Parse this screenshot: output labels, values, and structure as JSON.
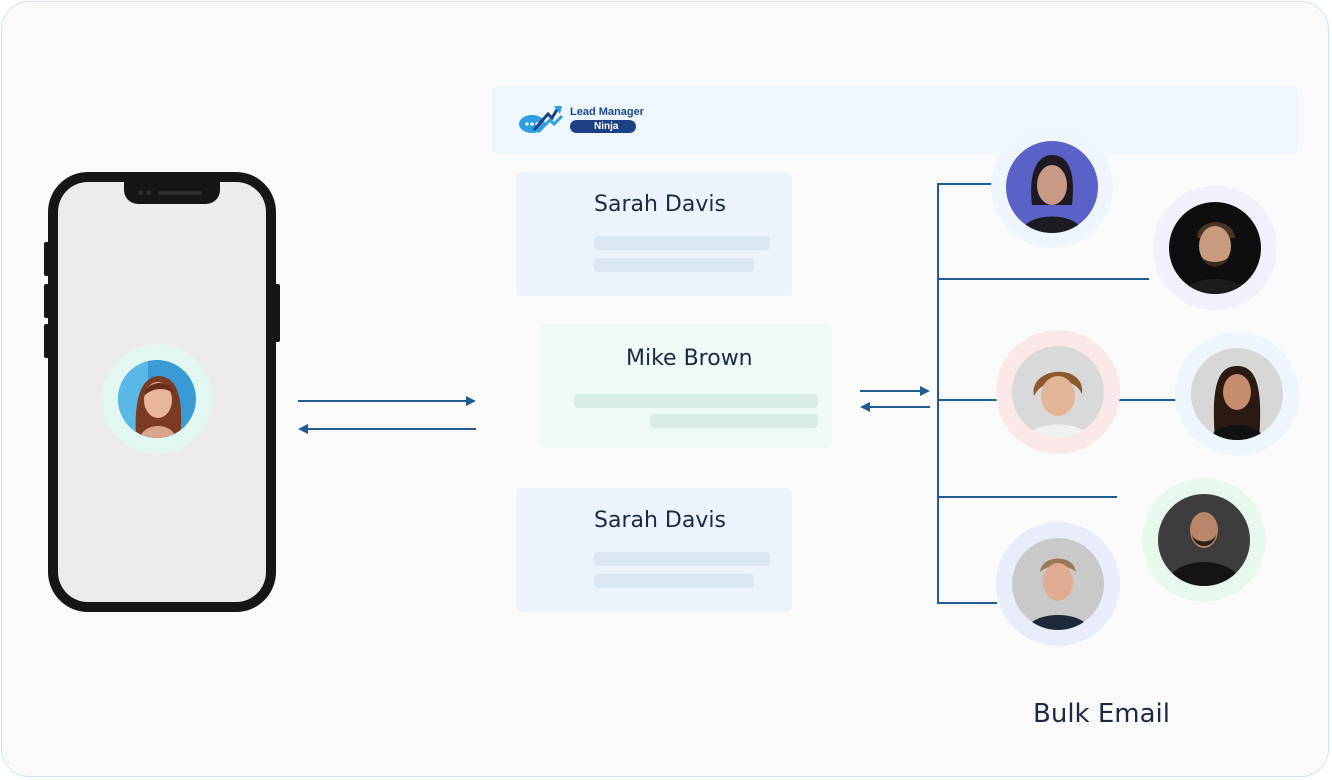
{
  "brand": {
    "name_line1": "Lead Manager",
    "name_line2": "Ninja"
  },
  "cards": [
    {
      "name": "Sarah Davis"
    },
    {
      "name": "Mike Brown"
    },
    {
      "name": "Sarah Davis"
    }
  ],
  "caption": "Bulk Email",
  "colors": {
    "connector": "#1f5c96",
    "card_blue": "#ebf4fd",
    "card_green": "#eefaf6",
    "brand_dark": "#1d3f86",
    "brand_light": "#2e9ee0"
  },
  "icons": [
    "logo-icon",
    "arrow-right-icon",
    "arrow-left-icon",
    "avatar-photo"
  ]
}
